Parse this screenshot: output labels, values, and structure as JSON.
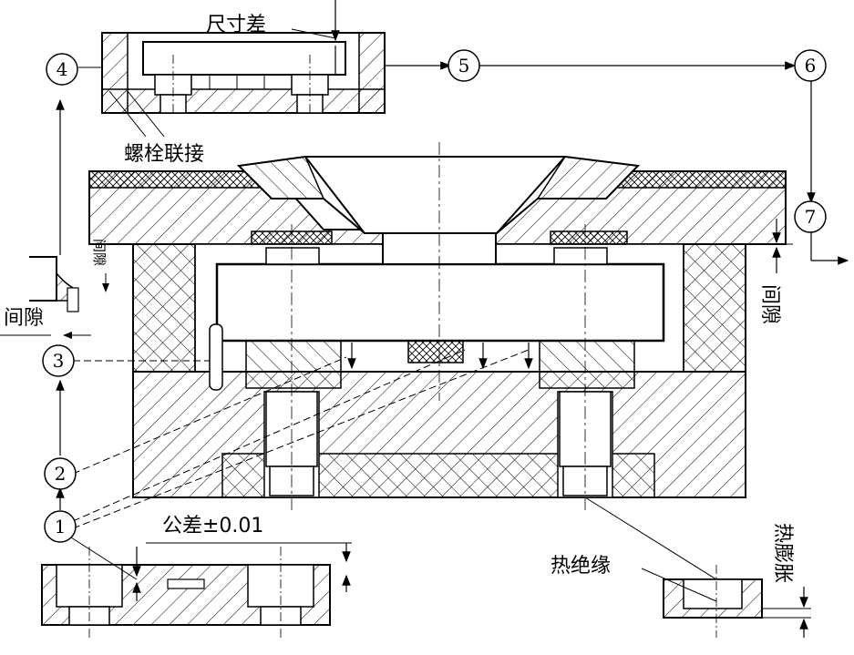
{
  "callouts": {
    "c1": "1",
    "c2": "2",
    "c3": "3",
    "c4": "4",
    "c5": "5",
    "c6": "6",
    "c7": "7"
  },
  "labels": {
    "size_diff": "尺寸差",
    "bolt_connection": "螺栓联接",
    "gap_left": "间隙",
    "gap_left_vertical": "间隙",
    "gap_right": "间隙",
    "tolerance": "公差±0.01",
    "thermal_insulation": "热绝缘",
    "thermal_expansion": "热膨胀"
  }
}
